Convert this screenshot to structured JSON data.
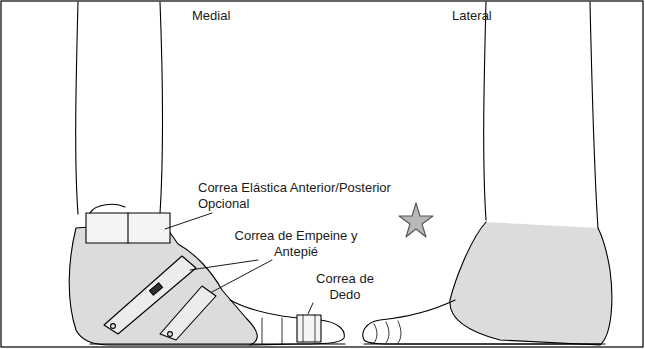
{
  "diagram": {
    "labels": [
      "Medial",
      "Lateral",
      "Correa Elástica Anterior/Posterior Opcional",
      "Correa de Empeine y Antepié",
      "Correa de Dedo"
    ]
  }
}
